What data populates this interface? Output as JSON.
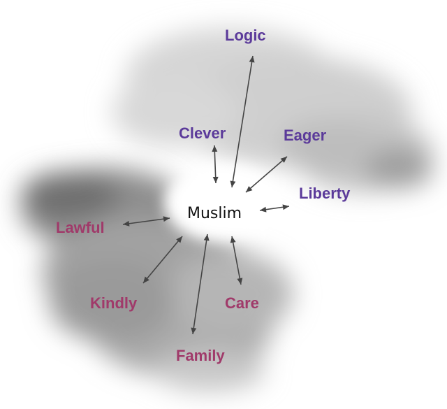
{
  "colors": {
    "upper_words": "#5b3a9a",
    "lower_words": "#a03a6a",
    "center_word": "#111111",
    "arrows": "#444444",
    "cloud": "#8a8a8a"
  },
  "center": {
    "label": "Muslim"
  },
  "upper_words": [
    {
      "key": "logic",
      "label": "Logic"
    },
    {
      "key": "clever",
      "label": "Clever"
    },
    {
      "key": "eager",
      "label": "Eager"
    },
    {
      "key": "liberty",
      "label": "Liberty"
    }
  ],
  "lower_words": [
    {
      "key": "lawful",
      "label": "Lawful"
    },
    {
      "key": "kindly",
      "label": "Kindly"
    },
    {
      "key": "care",
      "label": "Care"
    },
    {
      "key": "family",
      "label": "Family"
    }
  ]
}
